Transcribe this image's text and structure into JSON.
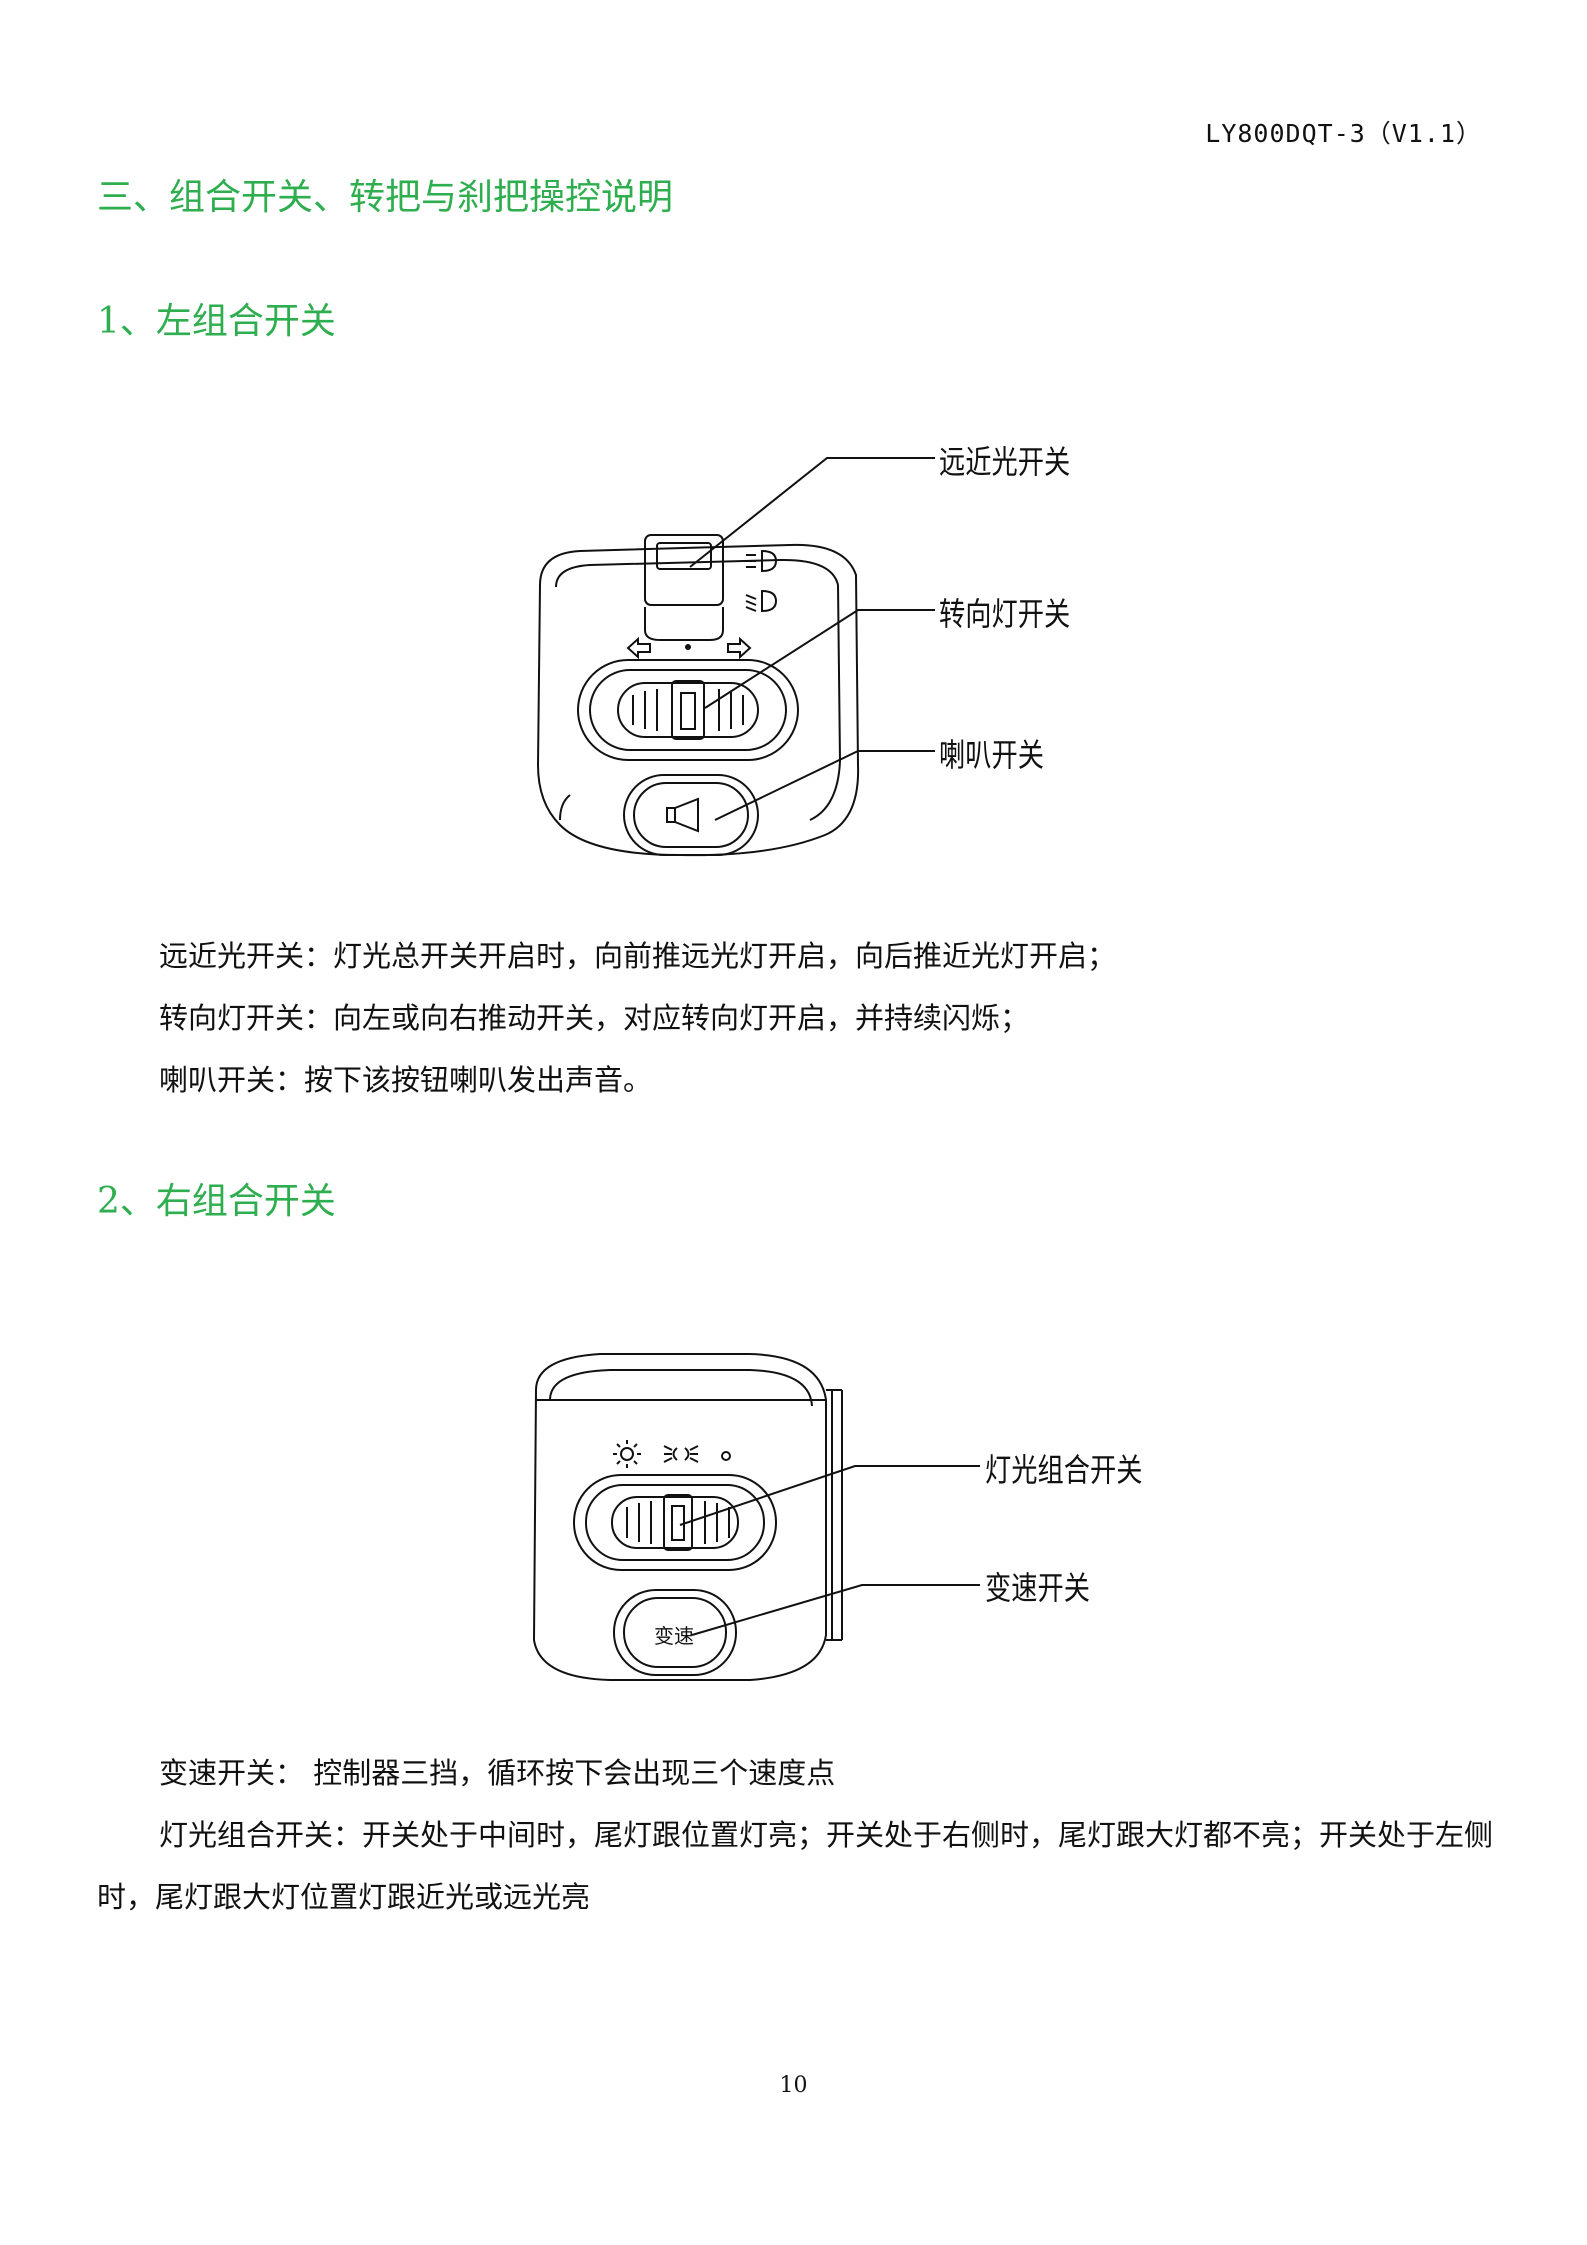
{
  "header": {
    "doc_id": "LY800DQT-3（V1.1）"
  },
  "section": {
    "title": "三、组合开关、转把与刹把操控说明",
    "left_switch": {
      "heading": "1、左组合开关",
      "callouts": [
        "远近光开关",
        "转向灯开关",
        "喇叭开关"
      ],
      "descriptions": [
        "远近光开关：灯光总开关开启时，向前推远光灯开启，向后推近光灯开启；",
        "转向灯开关：向左或向右推动开关，对应转向灯开启，并持续闪烁；",
        "喇叭开关：按下该按钮喇叭发出声音。"
      ]
    },
    "right_switch": {
      "heading": "2、右组合开关",
      "callouts": [
        "灯光组合开关",
        "变速开关"
      ],
      "button_label": "变速",
      "descriptions": [
        "变速开关：  控制器三挡，循环按下会出现三个速度点",
        "灯光组合开关：开关处于中间时，尾灯跟位置灯亮；开关处于右侧时，尾灯跟大灯都不亮；开关处于左侧时，尾灯跟大灯位置灯跟近光或远光亮"
      ]
    }
  },
  "footer": {
    "page_number": "10"
  },
  "icons": {
    "left": [
      "high-beam-icon",
      "low-beam-icon",
      "arrow-left-icon",
      "arrow-right-icon",
      "horn-icon"
    ],
    "right": [
      "headlight-icon",
      "position-light-icon",
      "off-dot-icon"
    ]
  }
}
